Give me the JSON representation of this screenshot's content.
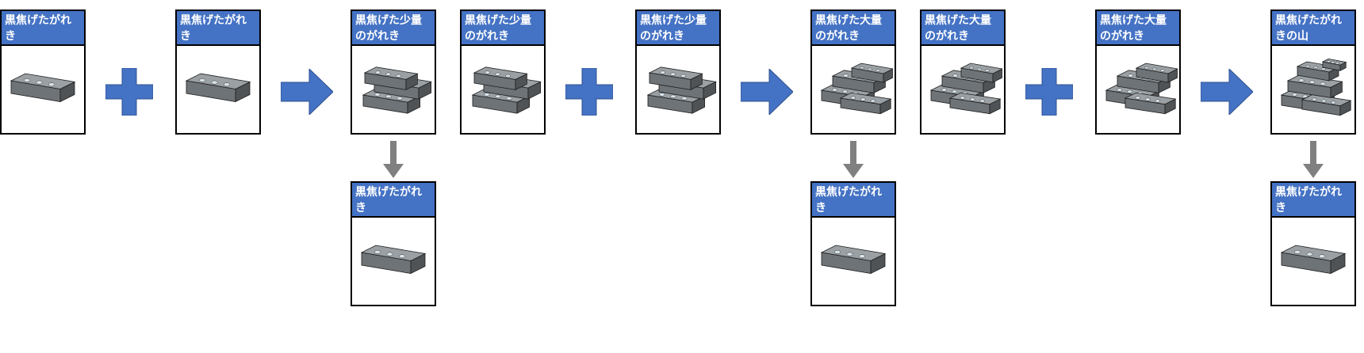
{
  "colors": {
    "header_bg": "#4472c4",
    "header_text": "#ffffff",
    "operator": "#4472c4",
    "down_arrow": "#808080",
    "border": "#000000"
  },
  "cards": [
    {
      "label": "黒焦げたがれき",
      "icon": "single-rubble-icon"
    },
    {
      "label": "黒焦げたがれき",
      "icon": "single-rubble-icon"
    },
    {
      "label": "黒焦げた少量のがれき",
      "icon": "small-rubble-pile-icon"
    },
    {
      "label": "黒焦げたがれき",
      "icon": "single-rubble-icon"
    },
    {
      "label": "黒焦げた少量のがれき",
      "icon": "small-rubble-pile-icon"
    },
    {
      "label": "黒焦げた少量のがれき",
      "icon": "small-rubble-pile-icon"
    },
    {
      "label": "黒焦げた大量のがれき",
      "icon": "large-rubble-pile-icon"
    },
    {
      "label": "黒焦げたがれき",
      "icon": "single-rubble-icon"
    },
    {
      "label": "黒焦げた大量のがれき",
      "icon": "large-rubble-pile-icon"
    },
    {
      "label": "黒焦げた大量のがれき",
      "icon": "large-rubble-pile-icon"
    },
    {
      "label": "黒焦げたがれきの山",
      "icon": "rubble-mountain-icon"
    },
    {
      "label": "黒焦げたがれき",
      "icon": "single-rubble-icon"
    }
  ],
  "operators": [
    {
      "type": "plus",
      "icon": "plus-icon"
    },
    {
      "type": "arrow-right",
      "icon": "arrow-right-icon"
    },
    {
      "type": "arrow-down",
      "icon": "arrow-down-icon"
    },
    {
      "type": "plus",
      "icon": "plus-icon"
    },
    {
      "type": "arrow-right",
      "icon": "arrow-right-icon"
    },
    {
      "type": "arrow-down",
      "icon": "arrow-down-icon"
    },
    {
      "type": "plus",
      "icon": "plus-icon"
    },
    {
      "type": "arrow-right",
      "icon": "arrow-right-icon"
    },
    {
      "type": "arrow-down",
      "icon": "arrow-down-icon"
    }
  ]
}
